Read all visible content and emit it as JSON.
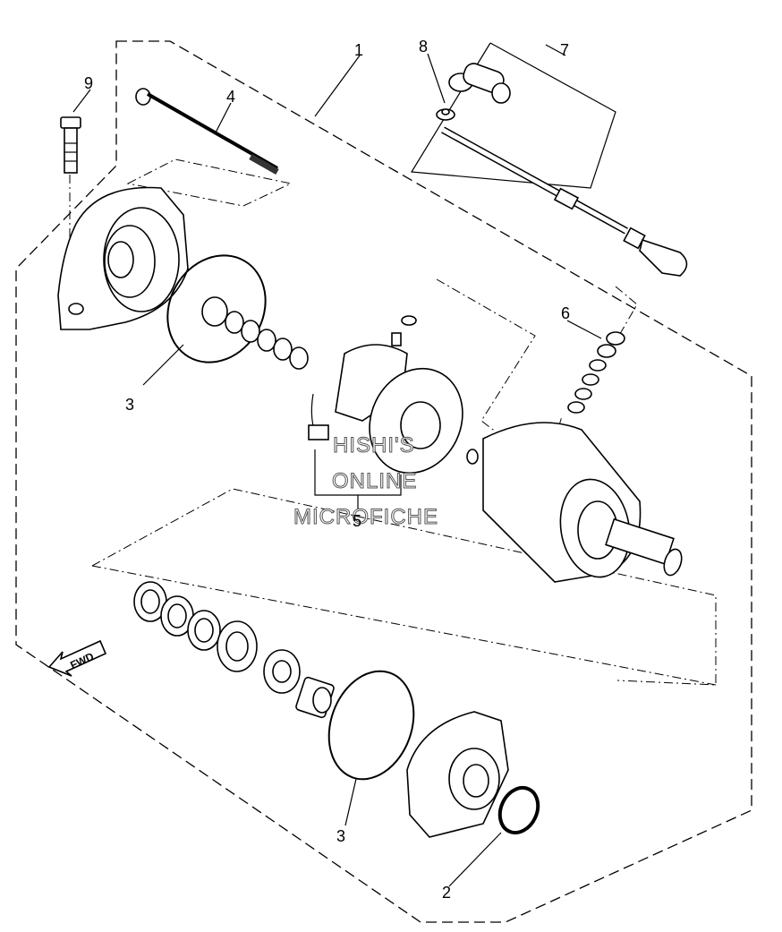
{
  "callouts": [
    "1",
    "2",
    "3",
    "3",
    "4",
    "5",
    "6",
    "7",
    "8",
    "9"
  ],
  "watermark": [
    "HISHI'S",
    "ONLINE",
    "MICROFICHE"
  ],
  "fwd_label": "FWD"
}
